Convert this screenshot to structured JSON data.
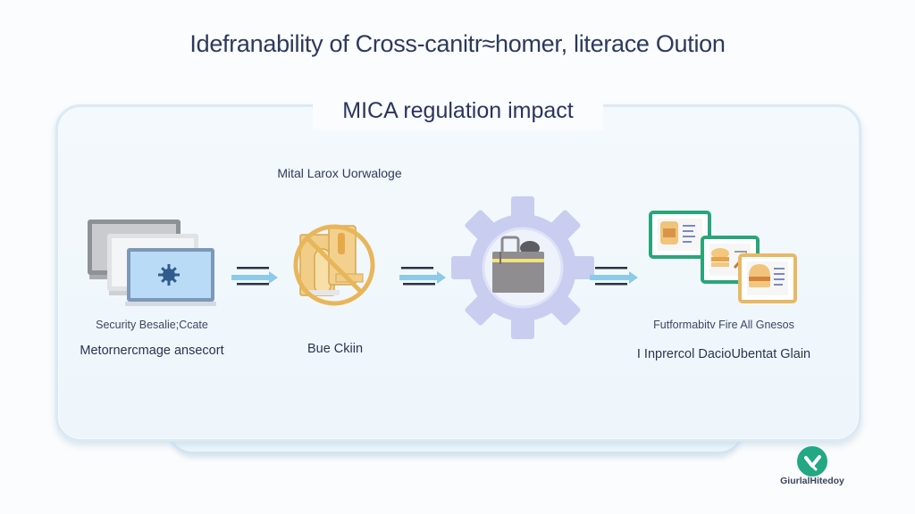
{
  "header": {
    "title": "Idefranability of Cross-canitr≈homer, literace Oution"
  },
  "panel": {
    "title": "MICA regulation impact",
    "sub_label": "Mital Larox Uorwaloge"
  },
  "steps": [
    {
      "icon": "computer-screens-icon",
      "caption_small": "Security Besalie;Ccate",
      "caption_large": "Metornercmage ansecort"
    },
    {
      "icon": "prohibited-documents-icon",
      "caption_small": "",
      "caption_large": "Bue Ckiin"
    },
    {
      "icon": "gear-briefcase-icon",
      "caption_small": "",
      "caption_large": ""
    },
    {
      "icon": "food-cards-icon",
      "caption_small": "Futformabitv Fire All Gnesos",
      "caption_large": "I Inprercol DacioUbentat Glain"
    }
  ],
  "arrows": [
    "arrow-right-icon",
    "arrow-right-icon",
    "arrow-right-icon"
  ],
  "footer": {
    "logo_text": "GiurlalHitedoy",
    "logo_icon": "check-badge-icon"
  },
  "colors": {
    "accent_green": "#22a883",
    "gear_lavender": "#c9cdf0",
    "amber": "#e8b65a",
    "arrow_blue": "#7ec6e6",
    "title_navy": "#2c3a5c"
  }
}
